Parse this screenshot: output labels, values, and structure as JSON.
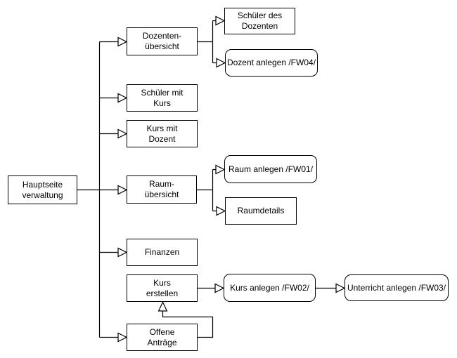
{
  "diagram": {
    "background_color": "#ffffff",
    "stroke_color": "#000000",
    "text_color": "#000000",
    "nodes": {
      "hauptseite": {
        "label": "Hauptseite\nverwaltung",
        "shape": "rect"
      },
      "dozenten_uebersicht": {
        "label": "Dozenten-\nübersicht",
        "shape": "rect"
      },
      "schueler_mit_kurs": {
        "label": "Schüler mit\nKurs",
        "shape": "rect"
      },
      "kurs_mit_dozent": {
        "label": "Kurs mit\nDozent",
        "shape": "rect"
      },
      "raum_uebersicht": {
        "label": "Raum-\nübersicht",
        "shape": "rect"
      },
      "finanzen": {
        "label": "Finanzen",
        "shape": "rect"
      },
      "kurs_erstellen": {
        "label": "Kurs\nerstellen",
        "shape": "rect"
      },
      "offene_antraege": {
        "label": "Offene\nAnträge",
        "shape": "rect"
      },
      "schueler_des_dozenten": {
        "label": "Schüler des\nDozenten",
        "shape": "rect"
      },
      "dozent_anlegen": {
        "label": "Dozent anlegen /FW04/",
        "shape": "rounded"
      },
      "raum_anlegen": {
        "label": "Raum anlegen /FW01/",
        "shape": "rounded"
      },
      "raumdetails": {
        "label": "Raumdetails",
        "shape": "rect"
      },
      "kurs_anlegen": {
        "label": "Kurs anlegen /FW02/",
        "shape": "rounded"
      },
      "unterricht_anlegen": {
        "label": "Unterricht anlegen /FW03/",
        "shape": "rounded"
      }
    },
    "edges": [
      {
        "from": "hauptseite",
        "to": "dozenten_uebersicht",
        "arrow": "open-triangle"
      },
      {
        "from": "hauptseite",
        "to": "schueler_mit_kurs",
        "arrow": "open-triangle"
      },
      {
        "from": "hauptseite",
        "to": "kurs_mit_dozent",
        "arrow": "open-triangle"
      },
      {
        "from": "hauptseite",
        "to": "raum_uebersicht",
        "arrow": "open-triangle"
      },
      {
        "from": "hauptseite",
        "to": "finanzen",
        "arrow": "open-triangle"
      },
      {
        "from": "hauptseite",
        "to": "offene_antraege",
        "arrow": "open-triangle"
      },
      {
        "from": "dozenten_uebersicht",
        "to": "schueler_des_dozenten",
        "arrow": "open-triangle"
      },
      {
        "from": "dozenten_uebersicht",
        "to": "dozent_anlegen",
        "arrow": "open-triangle"
      },
      {
        "from": "raum_uebersicht",
        "to": "raum_anlegen",
        "arrow": "open-triangle"
      },
      {
        "from": "raum_uebersicht",
        "to": "raumdetails",
        "arrow": "open-triangle"
      },
      {
        "from": "offene_antraege",
        "to": "kurs_erstellen",
        "arrow": "open-triangle"
      },
      {
        "from": "kurs_erstellen",
        "to": "kurs_anlegen",
        "arrow": "open-triangle"
      },
      {
        "from": "kurs_anlegen",
        "to": "unterricht_anlegen",
        "arrow": "open-triangle"
      }
    ]
  }
}
